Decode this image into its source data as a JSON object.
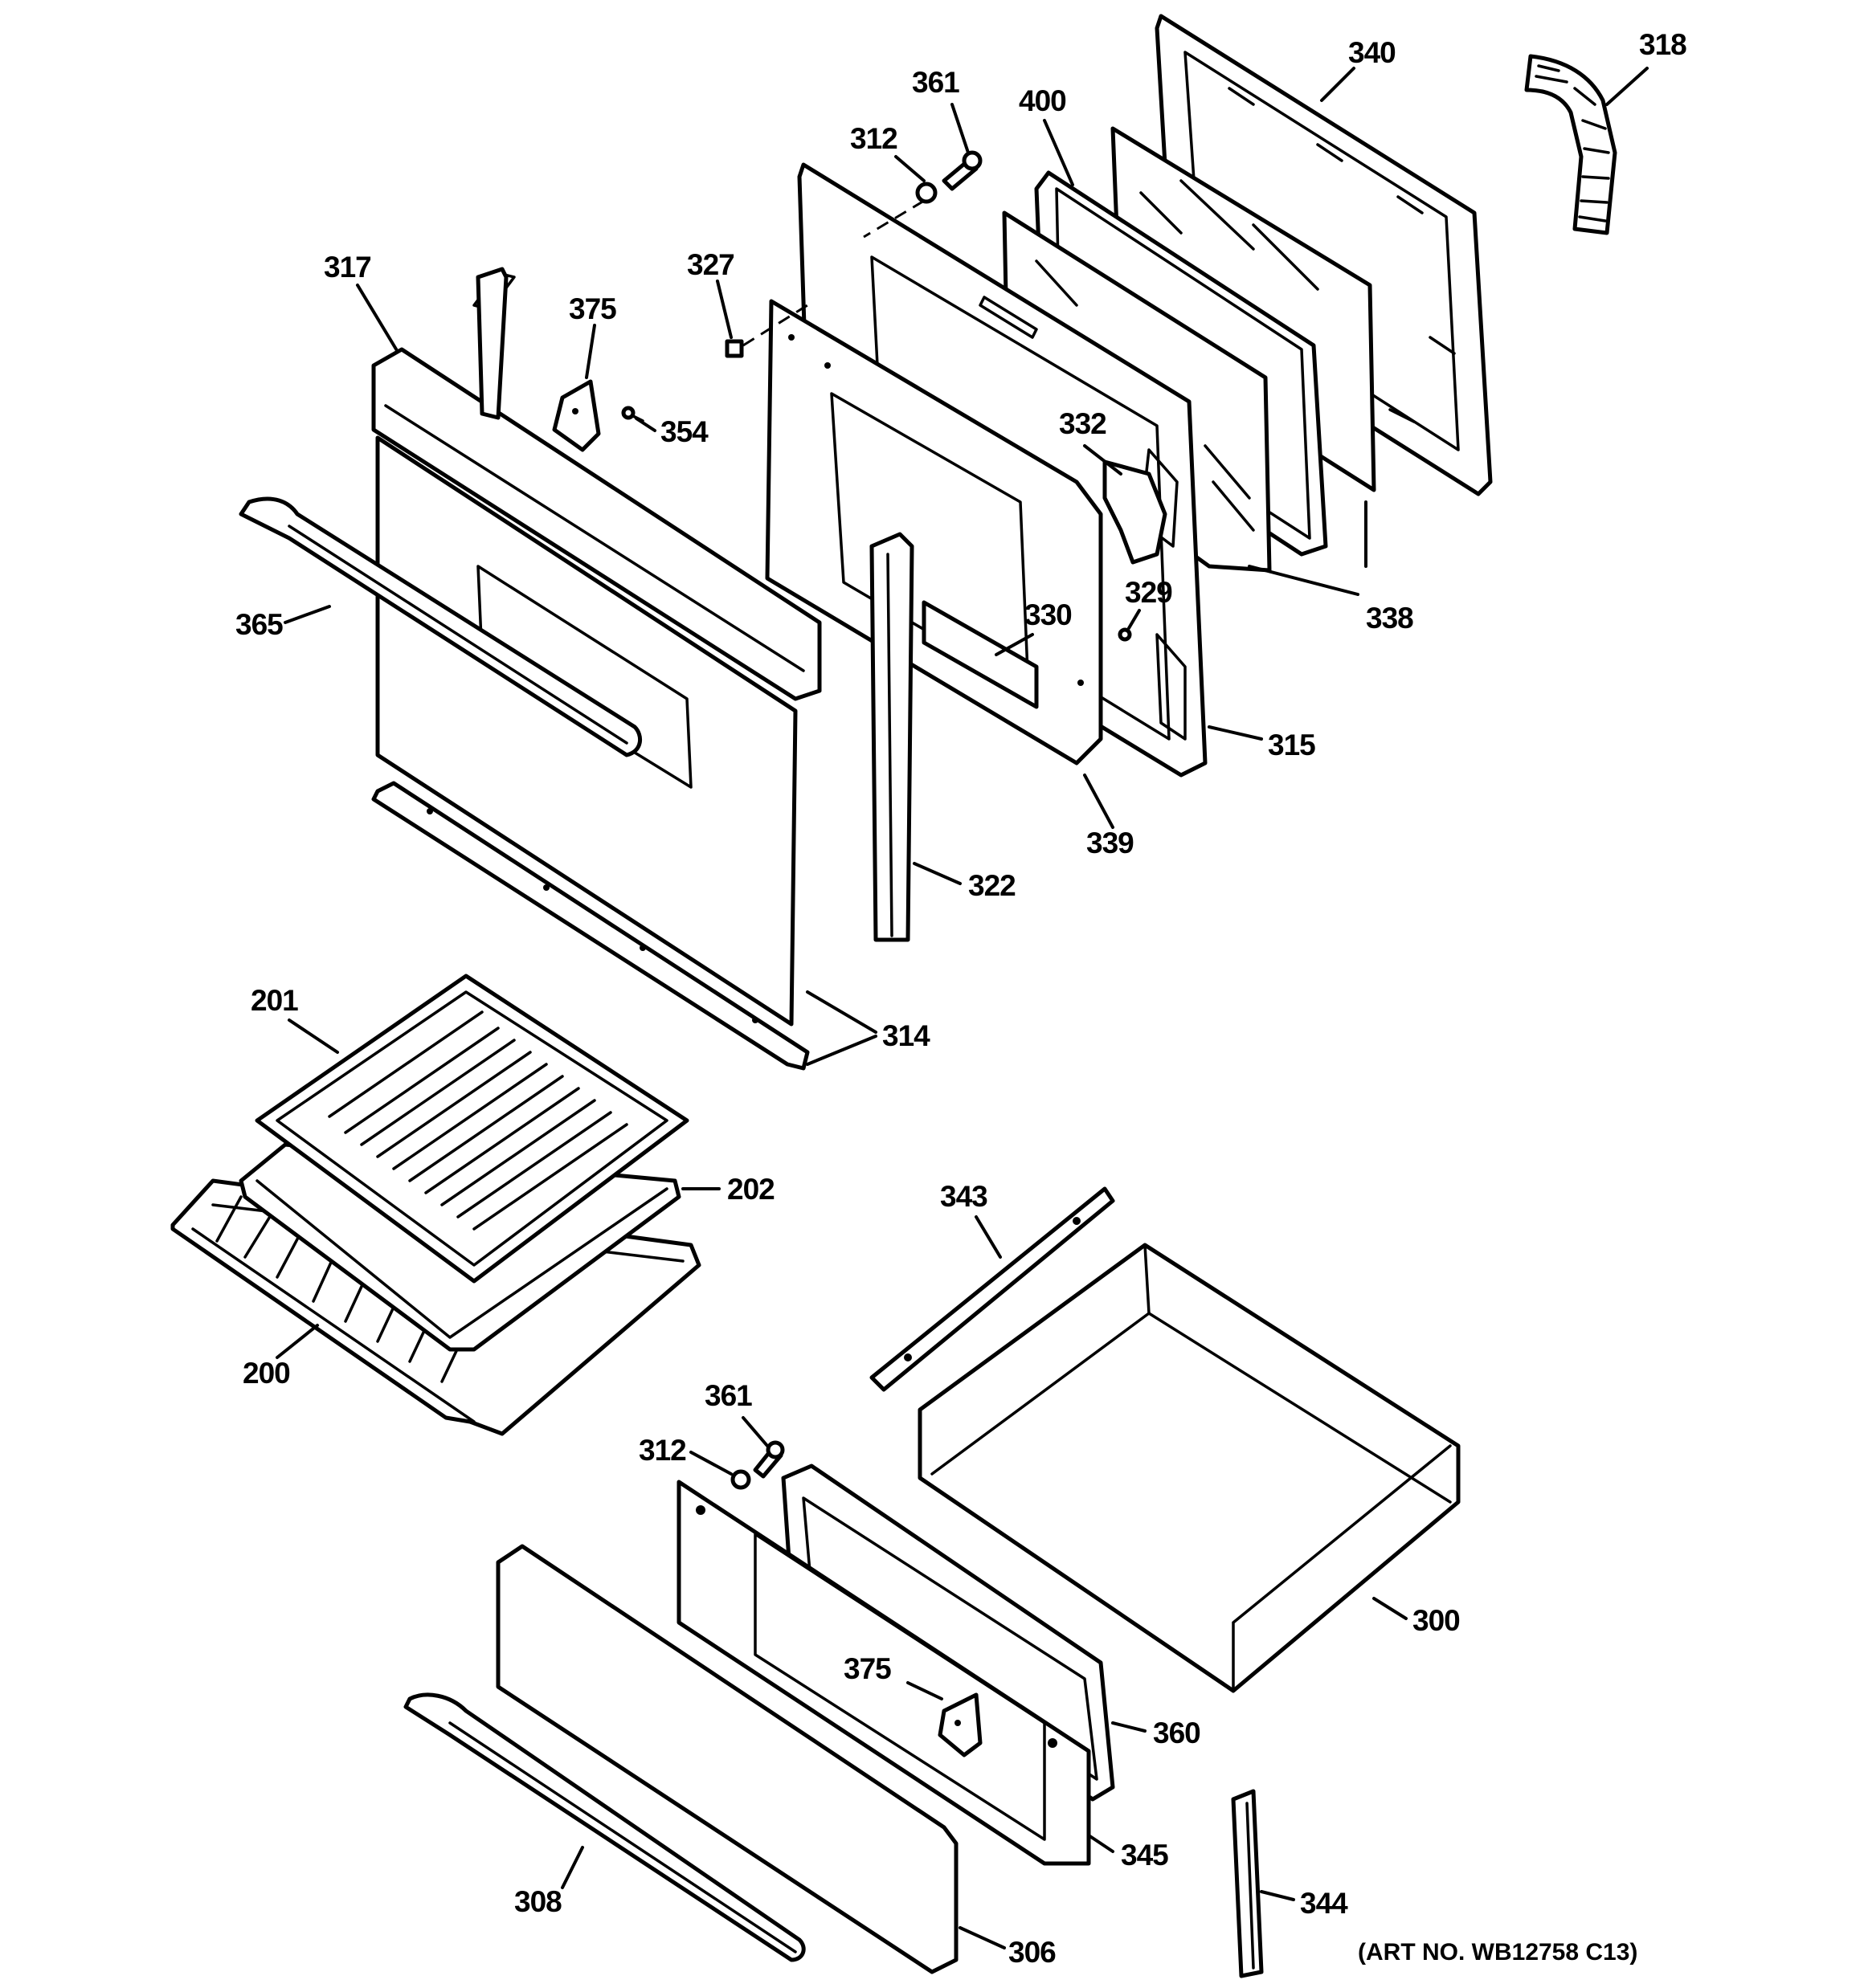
{
  "diagram": {
    "art_number": "(ART NO. WB12758 C13)",
    "callouts": [
      {
        "id": "318",
        "text": "318"
      },
      {
        "id": "340",
        "text": "340"
      },
      {
        "id": "361a",
        "text": "361"
      },
      {
        "id": "400",
        "text": "400"
      },
      {
        "id": "312a",
        "text": "312"
      },
      {
        "id": "327",
        "text": "327"
      },
      {
        "id": "317",
        "text": "317"
      },
      {
        "id": "375a",
        "text": "375"
      },
      {
        "id": "354",
        "text": "354"
      },
      {
        "id": "332",
        "text": "332"
      },
      {
        "id": "365",
        "text": "365"
      },
      {
        "id": "329",
        "text": "329"
      },
      {
        "id": "330",
        "text": "330"
      },
      {
        "id": "338",
        "text": "338"
      },
      {
        "id": "315",
        "text": "315"
      },
      {
        "id": "339",
        "text": "339"
      },
      {
        "id": "322",
        "text": "322"
      },
      {
        "id": "201",
        "text": "201"
      },
      {
        "id": "314",
        "text": "314"
      },
      {
        "id": "202",
        "text": "202"
      },
      {
        "id": "343",
        "text": "343"
      },
      {
        "id": "200",
        "text": "200"
      },
      {
        "id": "361b",
        "text": "361"
      },
      {
        "id": "312b",
        "text": "312"
      },
      {
        "id": "300",
        "text": "300"
      },
      {
        "id": "375b",
        "text": "375"
      },
      {
        "id": "360",
        "text": "360"
      },
      {
        "id": "345",
        "text": "345"
      },
      {
        "id": "308",
        "text": "308"
      },
      {
        "id": "344",
        "text": "344"
      },
      {
        "id": "306",
        "text": "306"
      }
    ]
  }
}
